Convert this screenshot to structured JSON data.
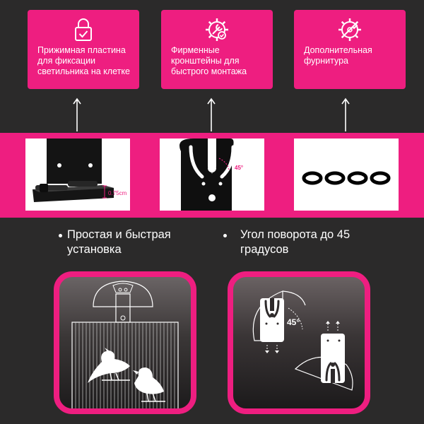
{
  "cards": [
    {
      "icon": "lock-check-icon",
      "text": "Прижимная пластина для фиксации светильника на клетке"
    },
    {
      "icon": "gear-wrench-icon",
      "text": "Фирменные кронштейны для быстрого монтажа"
    },
    {
      "icon": "gear-screwdriver-icon",
      "text": "Дополнительная фурнитура"
    }
  ],
  "panels": {
    "plate_dimension": "0.75cm",
    "bracket_angle": "45°"
  },
  "bullets": [
    {
      "line1": "Простая и быстрая",
      "line2": "установка"
    },
    {
      "line1": "Угол поворота до 45",
      "line2": "градусов"
    }
  ],
  "illustration_angle": "45°",
  "colors": {
    "accent": "#ee1e80",
    "background": "#2b2a2a"
  }
}
